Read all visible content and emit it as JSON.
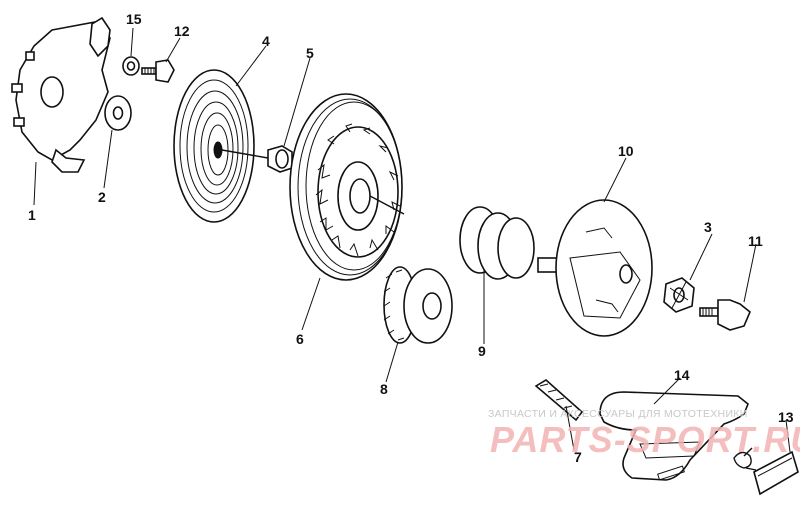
{
  "callouts": {
    "c1": "1",
    "c2": "2",
    "c3": "3",
    "c4": "4",
    "c5": "5",
    "c6": "6",
    "c7": "7",
    "c8": "8",
    "c9": "9",
    "c10": "10",
    "c11": "11",
    "c12": "12",
    "c13": "13",
    "c14": "14",
    "c15": "15"
  },
  "watermark": {
    "caption": "ЗАПЧАСТИ И АКСЕССУАРЫ ДЛЯ МОТОТЕХНИКИ",
    "logo": "PARTS-SPORT.RU",
    "logo_color": "#f4b3b3",
    "caption_color": "#c8c8c8"
  }
}
